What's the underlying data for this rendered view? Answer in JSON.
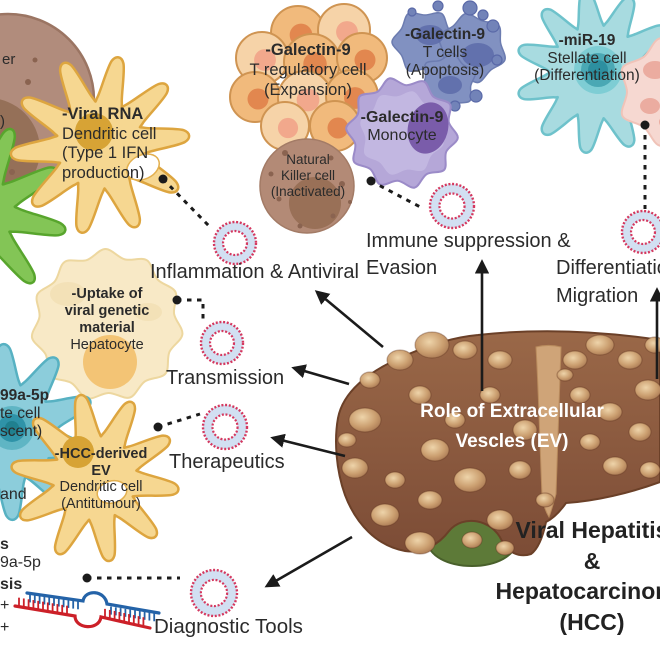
{
  "liver": {
    "title_line1": "Role of Extracellular",
    "title_line2": "Vescles (EV)"
  },
  "main_title": {
    "line1": "Viral Hepatitis",
    "line2": "&",
    "line3": "Hepatocarcinoma",
    "line4": "(HCC)"
  },
  "function_labels": {
    "inflammation": "Inflammation & Antiviral",
    "immune_line1": "Immune suppression &",
    "immune_line2": "Evasion",
    "differentiation_line1": "Differentiation &",
    "differentiation_line2": "Migration",
    "transmission": "Transmission",
    "therapeutics": "Therapeutics",
    "diagnostic_tools": "Diagnostic Tools"
  },
  "cells": {
    "dendritic_viral": {
      "l1": "-Viral RNA",
      "l2": "Dendritic cell",
      "l3": "(Type 1 IFN",
      "l4": "production)"
    },
    "treg": {
      "l1": "-Galectin-9",
      "l2": "T regulatory cell",
      "l3": "(Expansion)"
    },
    "tcells": {
      "l1": "-Galectin-9",
      "l2": "T cells",
      "l3": "(Apoptosis)"
    },
    "monocyte": {
      "l1": "-Galectin-9",
      "l2": "Monocyte"
    },
    "nk": {
      "l1": "Natural",
      "l2": "Killer cell",
      "l3": "(Inactivated)"
    },
    "stellate": {
      "l1": "-miR-19",
      "l2": "Stellate cell",
      "l3": "(Differentiation)"
    },
    "hepatocyte": {
      "l1": "-Uptake of",
      "l2": "viral genetic",
      "l3": "material",
      "l4": "Hepatocyte"
    },
    "dendritic_hcc": {
      "l1": "-HCC-derived EV",
      "l2": "Dendritic cell",
      "l3": "(Antitumour)"
    }
  },
  "edge_fragments": {
    "top_left_1": "er",
    "top_left_2": ")",
    "stellate_left_1": "99a-5p",
    "stellate_left_2": "te cell",
    "stellate_left_3": "scent)",
    "left_1": "and",
    "left_2": "s",
    "left_3": "9a-5p",
    "left_4": "sis",
    "left_5": "+",
    "left_6": "+"
  },
  "colors": {
    "ev_ring": "#d5385f",
    "ev_fill": "#d2e0f2",
    "connector": "#1b1b1b",
    "liver_top": "#9a6848",
    "liver_bottom": "#7c4c36",
    "nodule": "#cb9f70",
    "gallbladder": "#5d7a38",
    "dendritic_gold": "#f6d791",
    "dendritic_edge": "#dda53f",
    "treg_orange": "#f1ba7c",
    "tcell_blue": "#8191c1",
    "monocyte_purple": "#b5a7d8",
    "stellate_teal": "#a8dbe0",
    "nk_brown": "#b38a76",
    "hepatocyte_cream": "#f8e9c6",
    "rna_blue": "#2463a8",
    "rna_red": "#cc2028",
    "text": "#2b2b2b"
  }
}
